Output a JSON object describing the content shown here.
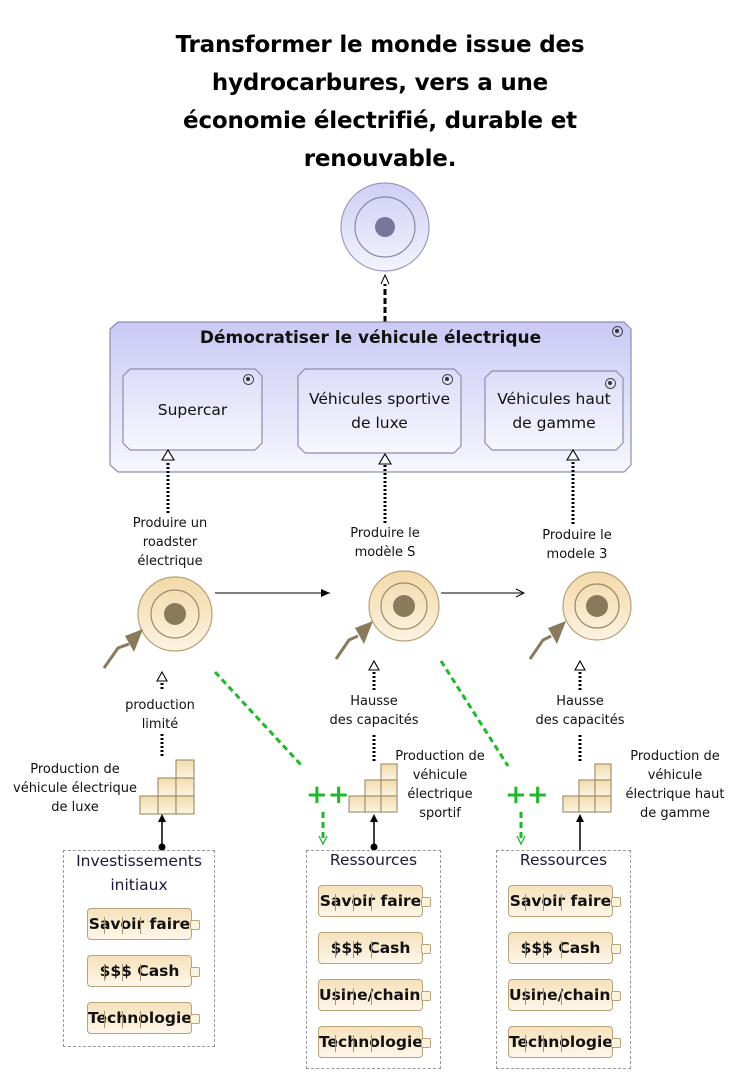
{
  "title": "Transformer le monde issue des hydrocarbures, vers a une économie électrifié, durable et renouvable.",
  "title_lines": [
    "Transformer le monde issue des",
    "hydrocarbures, vers a une",
    "économie électrifié, durable et",
    "renouvable."
  ],
  "colors": {
    "goal_fill": "#d9d9f7",
    "goal_stroke": "#8888aa",
    "outcome_fill": "#f5e3bf",
    "outcome_dot": "#8a7a5c",
    "influence_green": "#1fb82a",
    "arrow_brown": "#8a7a5c"
  },
  "main_goal": {
    "label": "Démocratiser le véhicule électrique",
    "sub_goals": [
      {
        "label_lines": [
          "Supercar"
        ]
      },
      {
        "label_lines": [
          "Véhicules sportive",
          "de luxe"
        ]
      },
      {
        "label_lines": [
          "Véhicules haut",
          "de gamme"
        ]
      }
    ]
  },
  "outcomes": [
    {
      "label_lines": [
        "Produire un",
        "roadster",
        "électrique"
      ]
    },
    {
      "label_lines": [
        "Produire le",
        "modèle S"
      ]
    },
    {
      "label_lines": [
        "Produire le",
        "modele 3"
      ]
    }
  ],
  "realization_labels": [
    {
      "lines": [
        "production",
        "limité"
      ]
    },
    {
      "lines": [
        "Hausse",
        "des capacités"
      ]
    },
    {
      "lines": [
        "Hausse",
        "des capacités"
      ]
    }
  ],
  "capabilities": [
    {
      "lines": [
        "Production de",
        "véhicule électrique",
        "de luxe"
      ]
    },
    {
      "lines": [
        "Production de",
        "véhicule",
        "électrique",
        "sportif"
      ]
    },
    {
      "lines": [
        "Production de",
        "véhicule",
        "électrique haut",
        "de gamme"
      ]
    }
  ],
  "influence_label": "++",
  "groups": [
    {
      "title_lines": [
        "Investissements",
        "initiaux"
      ],
      "resources": [
        "Savoir faire",
        "$$$ Cash",
        "Technologie"
      ]
    },
    {
      "title_lines": [
        "Ressources"
      ],
      "resources": [
        "Savoir faire",
        "$$$ Cash",
        "Usine/chaine",
        "Technologie"
      ]
    },
    {
      "title_lines": [
        "Ressources"
      ],
      "resources": [
        "Savoir faire",
        "$$$ Cash",
        "Usine/chaine",
        "Technologie"
      ]
    }
  ]
}
